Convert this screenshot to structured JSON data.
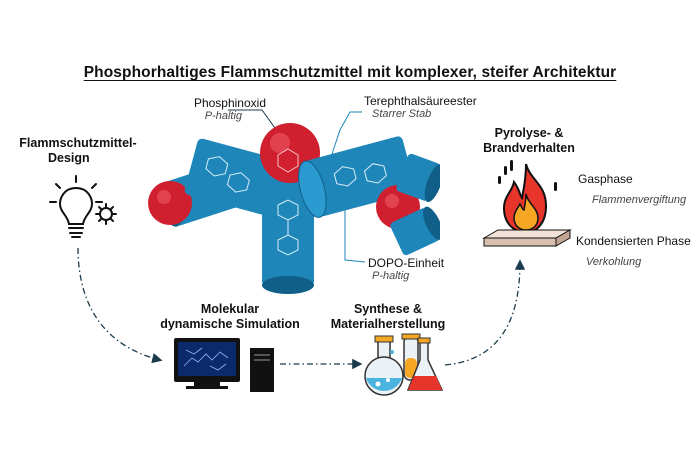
{
  "title": "Phosphorhaltiges Flammschutzmittel mit komplexer, steifer Architektur",
  "molecule": {
    "phosphinoxid": {
      "label": "Phosphinoxid",
      "sub": "P-haltig"
    },
    "terephthal": {
      "label": "Terephthalsäureester",
      "sub": "Starrer Stab"
    },
    "dopo": {
      "label": "DOPO-Einheit",
      "sub": "P-haltig"
    }
  },
  "stages": {
    "design": {
      "line1": "Flammschutzmittel-",
      "line2": "Design"
    },
    "simulation": {
      "line1": "Molekular",
      "line2": "dynamische Simulation"
    },
    "synthesis": {
      "line1": "Synthese &",
      "line2": "Materialherstellung"
    },
    "pyrolysis": {
      "line1": "Pyrolyse- &",
      "line2": "Brandverhalten"
    }
  },
  "fire": {
    "gas": {
      "label": "Gasphase",
      "sub": "Flammenvergiftung"
    },
    "cond": {
      "label": "Kondensierten Phase",
      "sub": "Verkohlung"
    }
  },
  "colors": {
    "cylinder": "#1e86b8",
    "cylinder_dark": "#0f5f88",
    "sphere": "#d01f2e",
    "arrow": "#1b3a4b",
    "flame_red": "#e8352b",
    "flame_orange": "#f5a623"
  },
  "icons": [
    "lightbulb-gear-icon",
    "computer-icon",
    "flask-icon",
    "flame-icon"
  ]
}
